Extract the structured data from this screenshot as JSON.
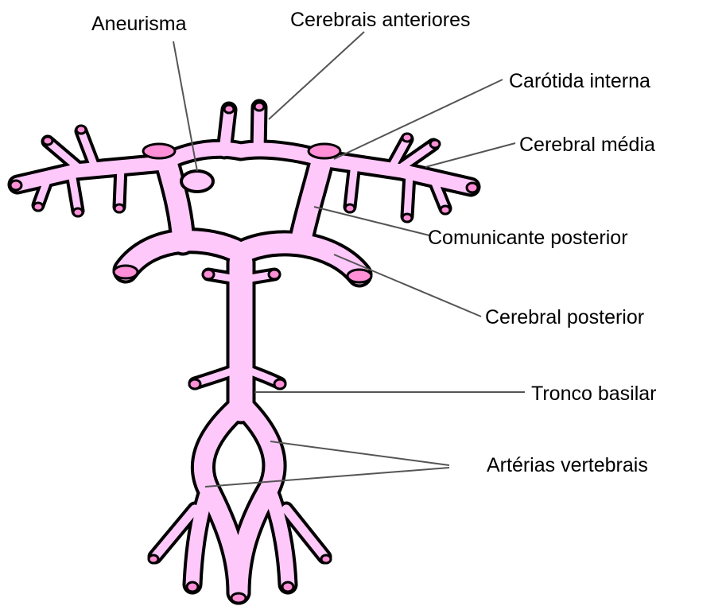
{
  "labels": {
    "aneurisma": "Aneurisma",
    "cerebrais_anteriores": "Cerebrais anteriores",
    "carotida_interna": "Carótida interna",
    "cerebral_media": "Cerebral média",
    "comunicante_posterior": "Comunicante posterior",
    "cerebral_posterior": "Cerebral posterior",
    "tronco_basilar": "Tronco basilar",
    "arterias_vertebrais": "Artérias vertebrais"
  },
  "colors": {
    "vessel_fill": "#ffc8fa",
    "vessel_outline": "#000000",
    "vessel_end_cap": "#ff8fd6",
    "leader_line": "#555555"
  }
}
